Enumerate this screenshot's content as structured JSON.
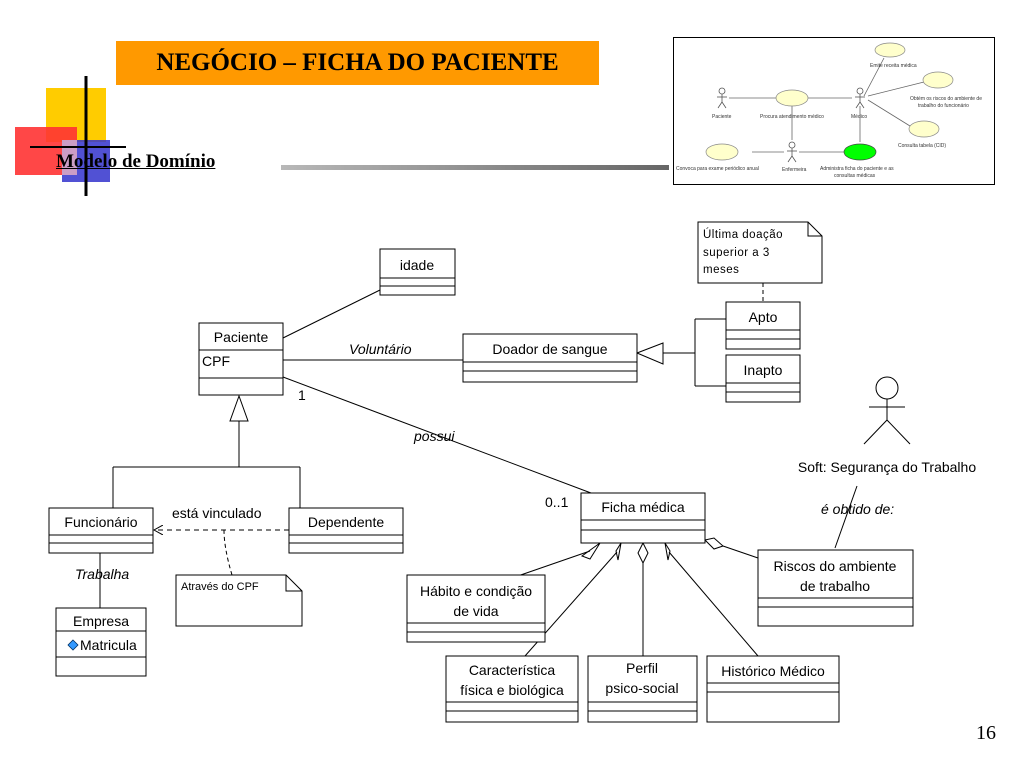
{
  "slide": {
    "title": "NEGÓCIO – FICHA DO PACIENTE",
    "subtitle": "Modelo de Domínio",
    "page_number": "16"
  },
  "use_case_thumbnail": {
    "actors": [
      "Paciente",
      "Médico",
      "Enfermeira"
    ],
    "use_cases": [
      "Emite receita médica",
      "Procura atendimento médico",
      "Obtém os riscos do ambiente de",
      "trabalho do funcionário",
      "Consulta tabela (CID)",
      "Convoca para exame periódico anual",
      "Administra ficha do paciente e as",
      "consultas médicas"
    ]
  },
  "diagram": {
    "classes": {
      "idade": "idade",
      "paciente": "Paciente",
      "paciente_attr": "CPF",
      "doador": "Doador de sangue",
      "apto": "Apto",
      "inapto": "Inapto",
      "funcionario": "Funcionário",
      "dependente": "Dependente",
      "empresa": "Empresa",
      "empresa_attr": "Matricula",
      "ficha": "Ficha médica",
      "habito_1": "Hábito e condição",
      "habito_2": "de vida",
      "caracteristica_1": "Característica",
      "caracteristica_2": "física e biológica",
      "perfil_1": "Perfil",
      "perfil_2": "psico-social",
      "historico": "Histórico Médico",
      "riscos_1": "Riscos do ambiente",
      "riscos_2": "de trabalho"
    },
    "notes": {
      "ultima_1": "Última doação",
      "ultima_2": "superior a 3",
      "ultima_3": "meses",
      "atraves": "Através do CPF"
    },
    "labels": {
      "voluntario": "Voluntário",
      "possui": "possui",
      "mult_one": "1",
      "mult_zero_one": "0..1",
      "esta_vinculado": "está vinculado",
      "trabalha": "Trabalha",
      "obtido": "é obtido de:",
      "actor": "Soft: Segurança do Trabalho"
    }
  },
  "colors": {
    "title_bg": "#ff9900",
    "deco_yellow": "#ffcc00",
    "deco_red": "#ff3333",
    "deco_blue": "#3333cc",
    "usecase_fill": "#ffffcc",
    "active_usecase": "#00ff00"
  }
}
